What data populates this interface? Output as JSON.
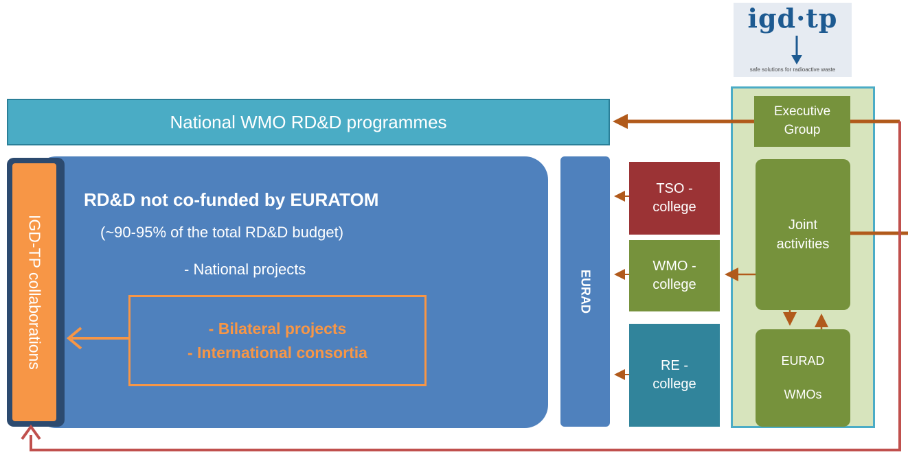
{
  "logo": {
    "wordmark": "igd·tp",
    "tagline": "safe solutions for radioactive waste"
  },
  "national_bar": {
    "label": "National WMO RD&D programmes"
  },
  "rdd_box": {
    "title": "RD&D not co-funded by  EURATOM",
    "subtitle": "(~90-95% of the total RD&D budget)",
    "item_national": "-  National projects"
  },
  "orange_box": {
    "line1": "- Bilateral projects",
    "line2": "- International consortia"
  },
  "collaborations": {
    "label": "IGD-TP  collaborations"
  },
  "eurad": {
    "label": "EURAD"
  },
  "colleges": {
    "tso": "TSO -\ncollege",
    "wmo": "WMO -\ncollege",
    "re": "RE -\ncollege"
  },
  "igdtp_panel": {
    "executive": "Executive\nGroup",
    "joint": "Joint\nactivities",
    "eurad_wmos_line1": "EURAD",
    "eurad_wmos_line2": "WMOs"
  },
  "colors": {
    "arrow_brown": "#b15a1b",
    "arrow_red": "#c0504d",
    "arrow_orange": "#f79646",
    "blue": "#4f81bd",
    "teal": "#4aacc5",
    "green": "#76923c"
  }
}
